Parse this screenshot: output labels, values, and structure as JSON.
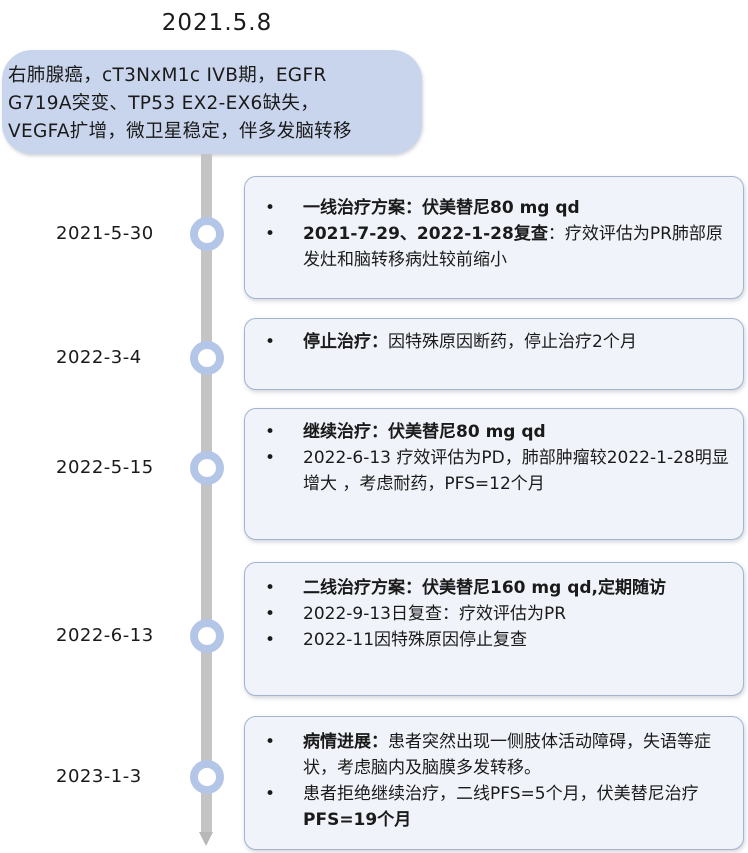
{
  "header": {
    "date": "2021.5.8",
    "diagnosis_lines": [
      "右肺腺癌，cT3NxM1c IVB期，EGFR",
      "G719A突变、TP53 EX2-EX6缺失，",
      "VEGFA扩增，微卫星稳定，伴多发脑转移"
    ]
  },
  "events": [
    {
      "date": "2021-5-30",
      "items": [
        {
          "bold": "一线治疗方案：伏美替尼80 mg qd",
          "text": ""
        },
        {
          "bold": "2021-7-29、2022-1-28复查",
          "text": "：疗效评估为PR肺部原发灶和脑转移病灶较前缩小"
        }
      ]
    },
    {
      "date": "2022-3-4",
      "items": [
        {
          "bold": "停止治疗：",
          "text": "因特殊原因断药，停止治疗2个月"
        }
      ]
    },
    {
      "date": "2022-5-15",
      "items": [
        {
          "bold": "继续治疗：伏美替尼80 mg qd",
          "text": ""
        },
        {
          "bold": "",
          "text": "2022-6-13 疗效评估为PD，肺部肿瘤较2022-1-28明显增大 ，考虑耐药，PFS=12个月"
        }
      ]
    },
    {
      "date": "2022-6-13",
      "items": [
        {
          "bold": "二线治疗方案：伏美替尼160 mg qd,定期随访",
          "text": ""
        },
        {
          "bold": "",
          "text": "2022-9-13日复查：疗效评估为PR"
        },
        {
          "bold": "",
          "text": "2022-11因特殊原因停止复查"
        }
      ]
    },
    {
      "date": "2023-1-3",
      "items": [
        {
          "bold": "病情进展：",
          "text": "患者突然出现一侧肢体活动障碍，失语等症状，考虑脑内及脑膜多发转移。"
        },
        {
          "bold": "",
          "text": "患者拒绝继续治疗，二线PFS=5个月，伏美替尼治疗",
          "bold_tail": "PFS=19个月"
        }
      ]
    }
  ],
  "colors": {
    "header_box": "#c9d5ed",
    "node_ring": "#b4c6e7",
    "card_bg": "#f0f3f9",
    "card_border": "#a4b4d0",
    "axis": "#c4c4c4"
  }
}
